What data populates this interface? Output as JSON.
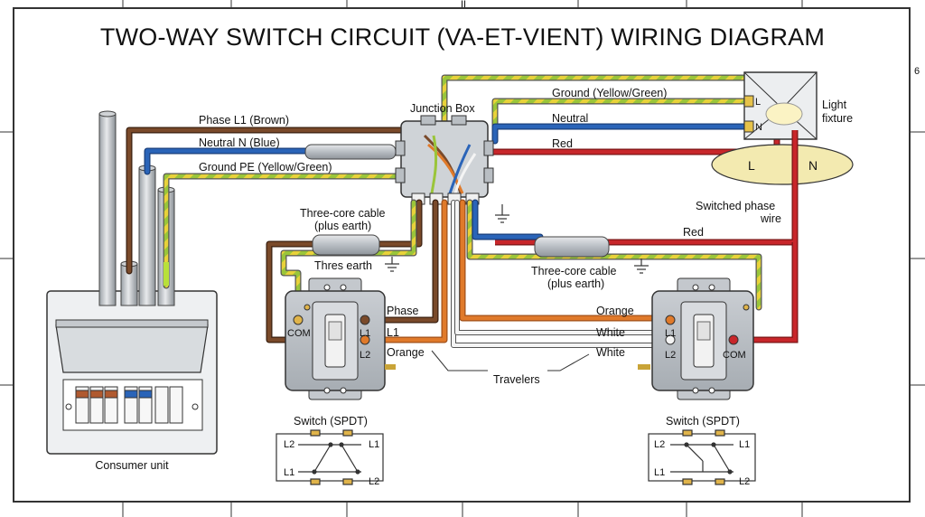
{
  "title": "TWO-WAY SWITCH CIRCUIT (VA-ET-VIENT) WIRING DIAGRAM",
  "border_marks": {
    "top_mark": "II",
    "right_mark": "6"
  },
  "colors": {
    "brown": "#7a4a2a",
    "blue": "#2a64b8",
    "yellow_green_a": "#9ac53a",
    "yellow_green_b": "#e8d23a",
    "red": "#c8262a",
    "orange": "#e07a2a",
    "white_wire": "#f4f4f4",
    "plate": "#b8bdc3"
  },
  "labels": {
    "phase_l1_brown": "Phase L1 (Brown)",
    "neutral_n_blue": "Neutral N (Blue)",
    "ground_pe": "Ground PE (Yellow/Green)",
    "junction_box": "Junction Box",
    "ground_yg": "Ground (Yellow/Green)",
    "neutral": "Neutral",
    "red_top": "Red",
    "light_fixture_1": "Light",
    "light_fixture_2": "fixture",
    "fixture_l": "L",
    "fixture_n": "N",
    "fixture_term_l": "L",
    "fixture_term_n": "N",
    "switched_phase_1": "Switched phase",
    "switched_phase_2": "wire",
    "red_mid": "Red",
    "cable_left_1": "Three-core cable",
    "cable_left_2": "(plus earth)",
    "thres_earth": "Thres earth",
    "cable_right_1": "Three-core cable",
    "cable_right_2": "(plus earth)",
    "phase": "Phase",
    "l1_left": "L1",
    "orange_left": "Orange",
    "orange_right": "Orange",
    "white_1": "White",
    "white_2": "White",
    "travelers": "Travelers",
    "consumer_unit": "Consumer unit"
  },
  "switch_left": {
    "com": "COM",
    "l1": "L1",
    "l2": "L2",
    "caption": "Switch (SPDT)",
    "sym_l2_left": "L2",
    "sym_l1_left": "L1",
    "sym_l1_right": "L1",
    "sym_l2_right": "L2"
  },
  "switch_right": {
    "com": "COM",
    "l1": "L1",
    "l2": "L2",
    "caption": "Switch (SPDT)",
    "sym_l2_left": "L2",
    "sym_l1_left": "L1",
    "sym_l1_right": "L1",
    "sym_l2_right": "L2"
  }
}
